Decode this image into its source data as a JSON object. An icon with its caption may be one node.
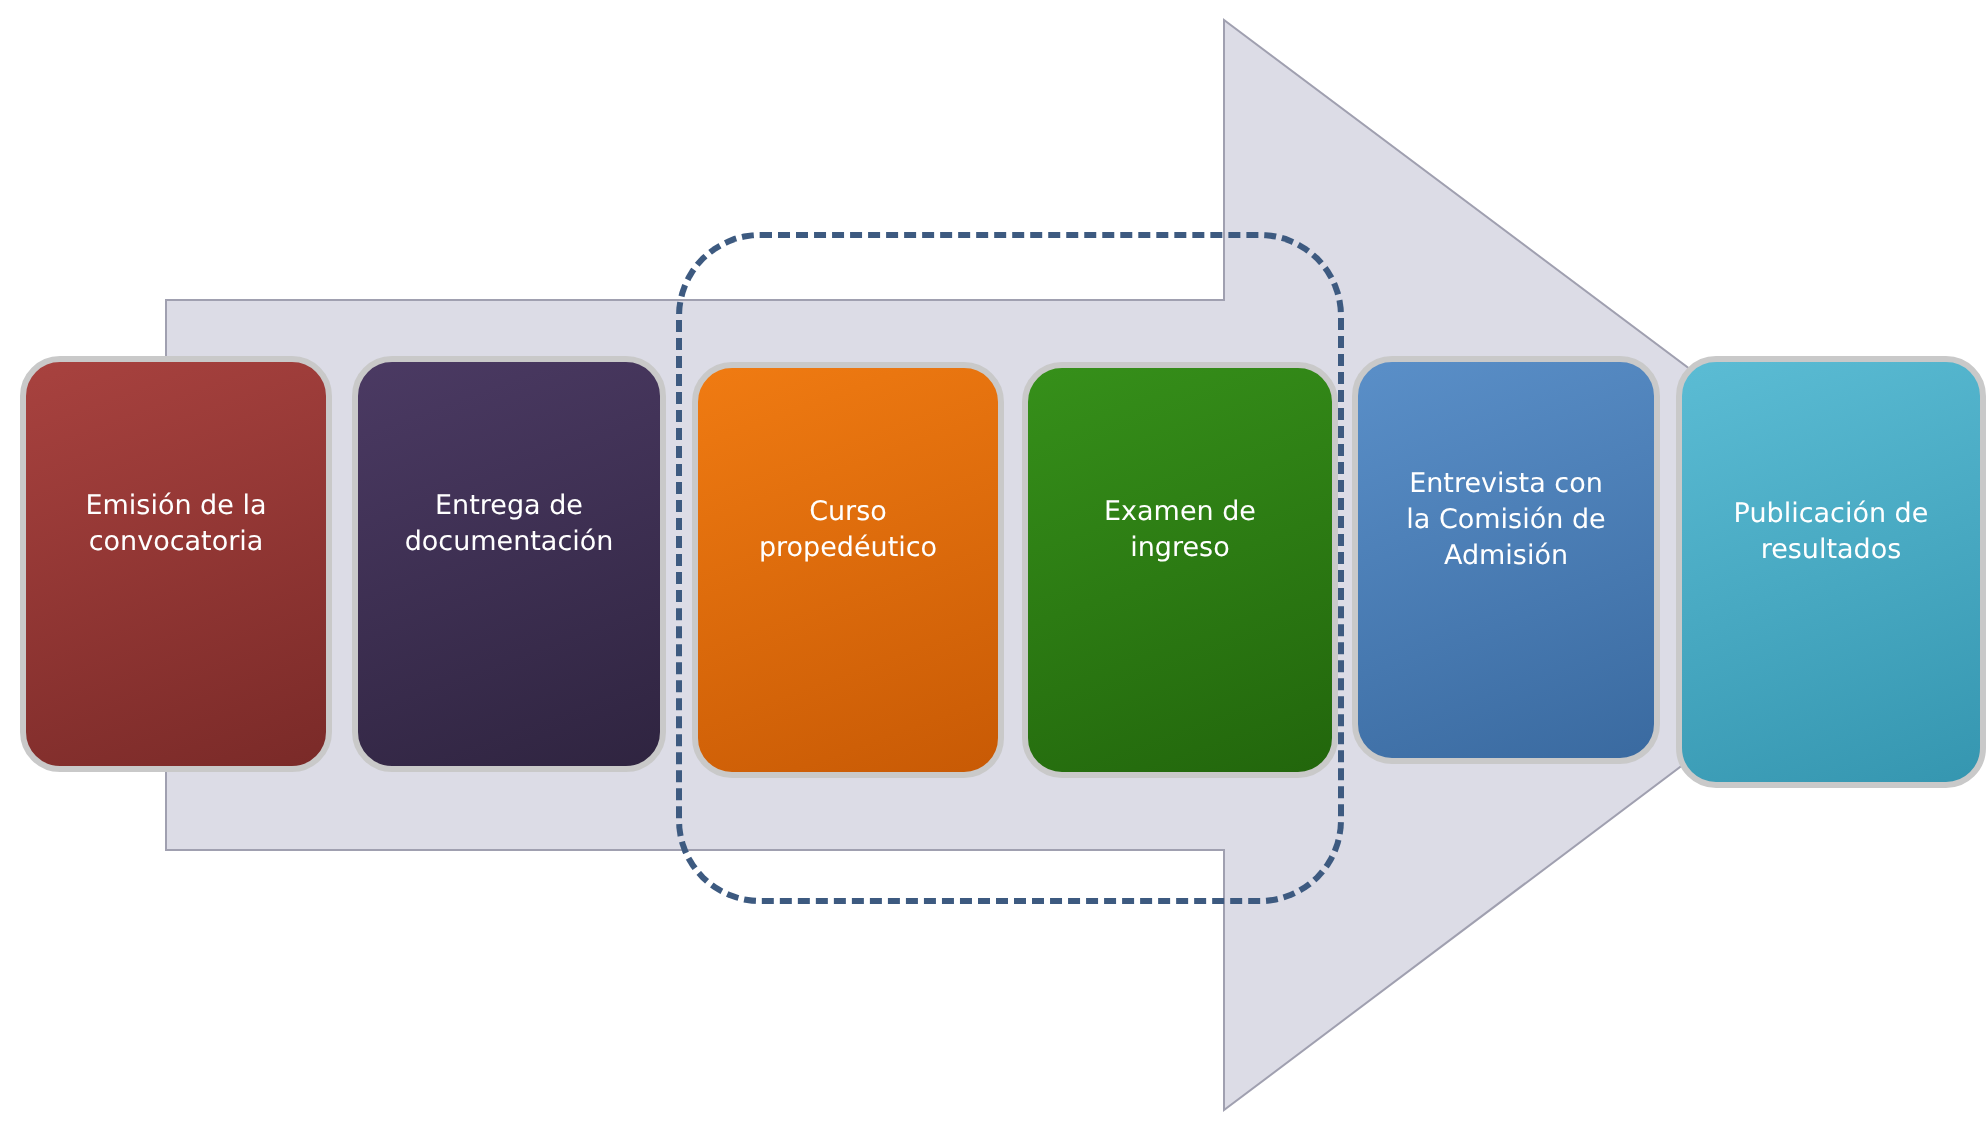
{
  "diagram": {
    "nodes": [
      {
        "text": [
          "Emisión de la convocatoria"
        ]
      },
      {
        "text": [
          "Entrega de documentación"
        ]
      },
      {
        "text": [],
        "shape": "box"
      },
      {
        "text": [
          "Curso propedéutico"
        ],
        "in": 2
      },
      {
        "text": [
          "Examen de ingreso"
        ],
        "in": 2
      },
      {
        "text": [
          "Entrevista con la Comisión de Admisión"
        ]
      },
      {
        "text": [
          "Publicación de resultados"
        ]
      }
    ],
    "edges": [
      {
        "from": 0,
        "to": 6,
        "arrow": "to"
      }
    ]
  }
}
